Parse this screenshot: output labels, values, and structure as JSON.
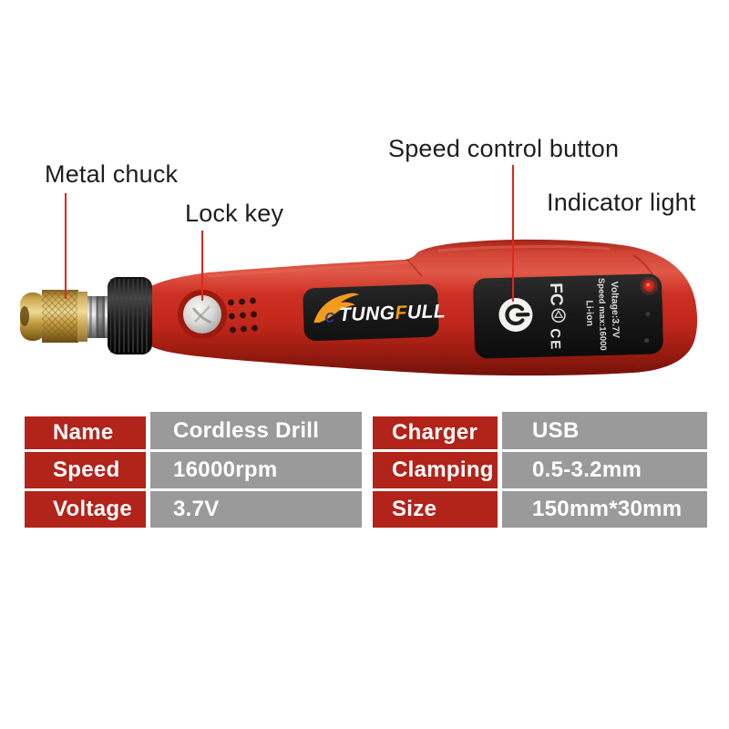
{
  "annotations": {
    "metal_chuck": "Metal chuck",
    "lock_key": "Lock key",
    "speed_control": "Speed control button",
    "indicator_light": "Indicator light"
  },
  "device": {
    "brand": {
      "accent": "C",
      "part1": "TUNG",
      "part2": "F",
      "part3": "ULL"
    },
    "markings": {
      "fcc": "FC",
      "ce": "CE",
      "voltage": "Voltage:3.7V",
      "speed": "Speed max:16000",
      "battery": "Li-ion"
    }
  },
  "spec_tables": [
    {
      "rows": [
        {
          "label": "Name",
          "value": "Cordless Drill"
        },
        {
          "label": "Speed",
          "value": "16000rpm"
        },
        {
          "label": "Voltage",
          "value": "3.7V"
        }
      ]
    },
    {
      "rows": [
        {
          "label": "Charger",
          "value": "USB"
        },
        {
          "label": "Clamping",
          "value": "0.5-3.2mm"
        },
        {
          "label": "Size",
          "value": "150mm*30mm"
        }
      ]
    }
  ],
  "colors": {
    "table_label_bg": "#b2231a",
    "table_value_bg": "#9b9a9b",
    "body_red": "#c5271c",
    "leader_line": "#e0261a",
    "led": "#ff2012",
    "brass": "#caa64f",
    "logo_orange": "#f59b1c",
    "logo_blue": "#2b3a8c"
  }
}
